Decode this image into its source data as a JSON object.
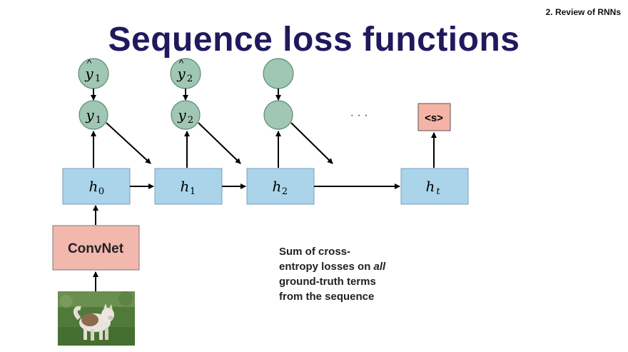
{
  "slide": {
    "section": "2. Review of RNNs",
    "title": "Sequence loss functions"
  },
  "diagram": {
    "target_tokens": [
      {
        "base": "y",
        "hat": "^",
        "sub": "1"
      },
      {
        "base": "y",
        "hat": "^",
        "sub": "2"
      }
    ],
    "output_tokens": [
      {
        "base": "y",
        "sub": "1"
      },
      {
        "base": "y",
        "sub": "2"
      }
    ],
    "ellipsis": "· · ·",
    "end_token": "<s>",
    "hidden_states": [
      {
        "base": "h",
        "sub": "0"
      },
      {
        "base": "h",
        "sub": "1"
      },
      {
        "base": "h",
        "sub": "2"
      },
      {
        "base": "h",
        "sub": "t"
      }
    ],
    "encoder_label": "ConvNet",
    "colors": {
      "node_fill": "#9fc7b4",
      "node_stroke": "#5e8a72",
      "hidden_fill": "#a9d4ea",
      "hidden_stroke": "#7a9fb5",
      "convnet_fill": "#f2b8ad",
      "end_token_fill": "#f5b3a6",
      "title": "#1f1a5e"
    }
  },
  "caption": {
    "line1": "Sum of cross-",
    "line2_prefix": "entropy losses on ",
    "line2_emph": "all",
    "line3": "ground-truth terms",
    "line4": "from the sequence"
  }
}
